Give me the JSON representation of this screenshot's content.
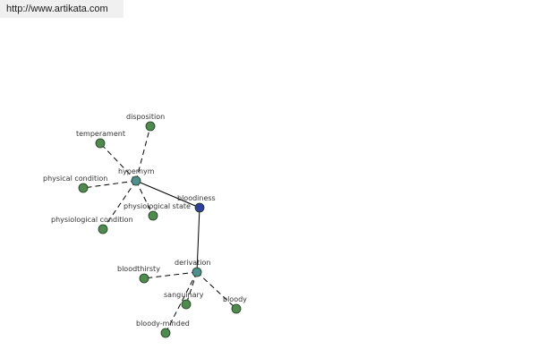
{
  "source": {
    "url_text": "http://www.artikata.com"
  },
  "colors": {
    "center": "#2f3f9a",
    "relation": "#4f8f8f",
    "leaf": "#4f8a4f",
    "edge": "#000000"
  },
  "graph": {
    "nodes": [
      {
        "id": "bloodiness",
        "label": "bloodiness",
        "kind": "center"
      },
      {
        "id": "hypernym",
        "label": "hypernym",
        "kind": "relation"
      },
      {
        "id": "derivation",
        "label": "derivation",
        "kind": "relation"
      },
      {
        "id": "disposition",
        "label": "disposition",
        "kind": "leaf"
      },
      {
        "id": "temperament",
        "label": "temperament",
        "kind": "leaf"
      },
      {
        "id": "physical-condition",
        "label": "physical condition",
        "kind": "leaf"
      },
      {
        "id": "physiological-state",
        "label": "physiological state",
        "kind": "leaf"
      },
      {
        "id": "physiological-condition",
        "label": "physiological condition",
        "kind": "leaf"
      },
      {
        "id": "bloodthirsty",
        "label": "bloodthirsty",
        "kind": "leaf"
      },
      {
        "id": "sanguinary",
        "label": "sanguinary",
        "kind": "leaf"
      },
      {
        "id": "bloody",
        "label": "bloody",
        "kind": "leaf"
      },
      {
        "id": "bloody-minded",
        "label": "bloody-minded",
        "kind": "leaf"
      }
    ],
    "edges": [
      {
        "from": "bloodiness",
        "to": "hypernym",
        "style": "solid"
      },
      {
        "from": "bloodiness",
        "to": "derivation",
        "style": "solid"
      },
      {
        "from": "hypernym",
        "to": "disposition",
        "style": "dashed"
      },
      {
        "from": "hypernym",
        "to": "temperament",
        "style": "dashed"
      },
      {
        "from": "hypernym",
        "to": "physical-condition",
        "style": "dashed"
      },
      {
        "from": "hypernym",
        "to": "physiological-state",
        "style": "dashed"
      },
      {
        "from": "hypernym",
        "to": "physiological-condition",
        "style": "dashed"
      },
      {
        "from": "derivation",
        "to": "bloodthirsty",
        "style": "dashed"
      },
      {
        "from": "derivation",
        "to": "sanguinary",
        "style": "dashed"
      },
      {
        "from": "derivation",
        "to": "bloody",
        "style": "dashed"
      },
      {
        "from": "derivation",
        "to": "bloody-minded",
        "style": "dashed"
      }
    ]
  }
}
